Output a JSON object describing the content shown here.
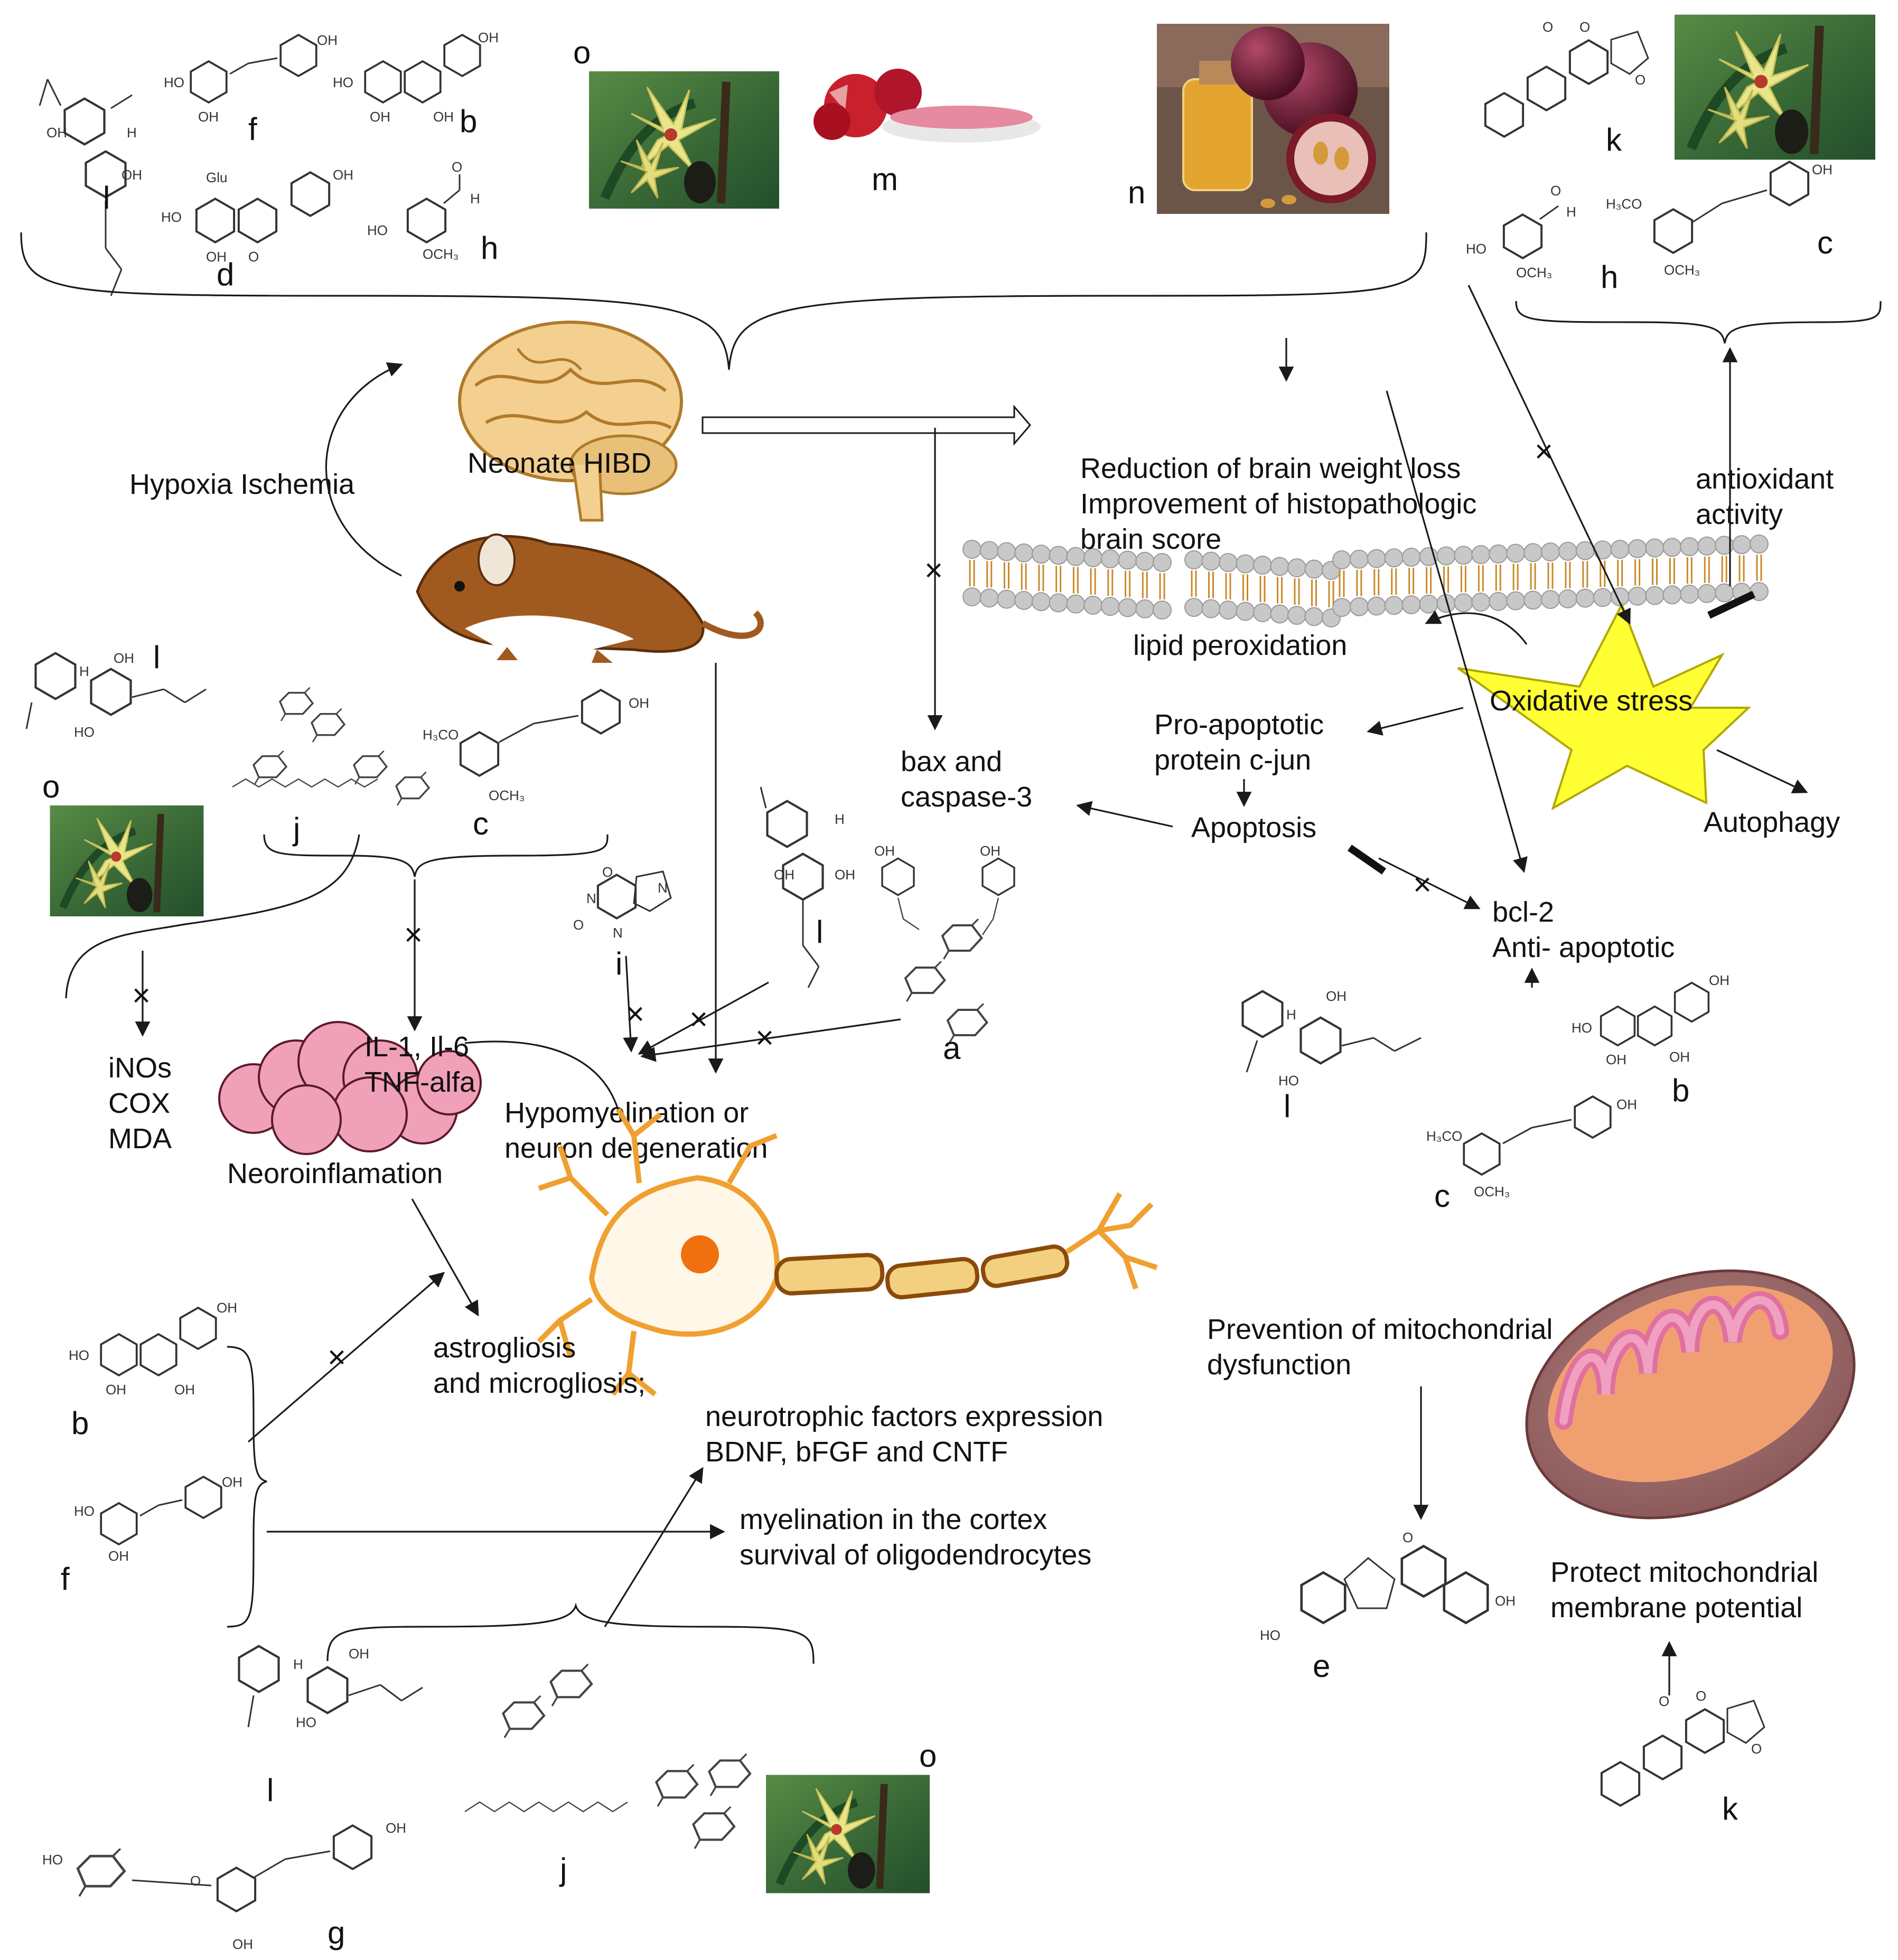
{
  "diagram": {
    "compound_letters": [
      "a",
      "b",
      "c",
      "d",
      "e",
      "f",
      "g",
      "h",
      "i",
      "j",
      "k",
      "l",
      "m",
      "n",
      "o"
    ],
    "labels": {
      "hypoxia": "Hypoxia Ischemia",
      "neonate": "Neonate HIBD",
      "reduction_1": "Reduction of brain weight loss",
      "reduction_2": "Improvement of histopathologic",
      "reduction_3": "brain score",
      "antioxidant_1": "antioxidant",
      "antioxidant_2": "activity",
      "lipid": "lipid peroxidation",
      "oxidative": "Oxidative stress",
      "pro_apop_1": "Pro-apoptotic",
      "pro_apop_2": "protein c-jun",
      "bax_1": "bax and",
      "bax_2": "caspase-3",
      "apoptosis": "Apoptosis",
      "autophagy": "Autophagy",
      "bcl_1": "bcl-2",
      "bcl_2": "Anti- apoptotic",
      "inos": "iNOs",
      "cox": "COX",
      "mda": "MDA",
      "il": "IL-1, Il-6",
      "tnf": "TNF-alfa",
      "neuroinfl": "Neoroinflamation",
      "hypomy_1": "Hypomyelination or",
      "hypomy_2": "neuron degeneration",
      "astro_1": "astrogliosis",
      "astro_2": "and microgliosis;",
      "neuro_1": "neurotrophic factors expression",
      "neuro_2": "BDNF, bFGF and CNTF",
      "myel_1": "myelination in the cortex",
      "myel_2": "survival of oligodendrocytes",
      "prev_1": "Prevention of mitochondrial",
      "prev_2": "dysfunction",
      "protect_1": "Protect mitochondrial",
      "protect_2": "membrane potential"
    },
    "atoms": {
      "oh": "OH",
      "och3": "OCH₃",
      "h3co": "H₃CO",
      "ho": "HO",
      "h": "H",
      "o": "O",
      "n": "N",
      "glu": "Glu"
    }
  }
}
